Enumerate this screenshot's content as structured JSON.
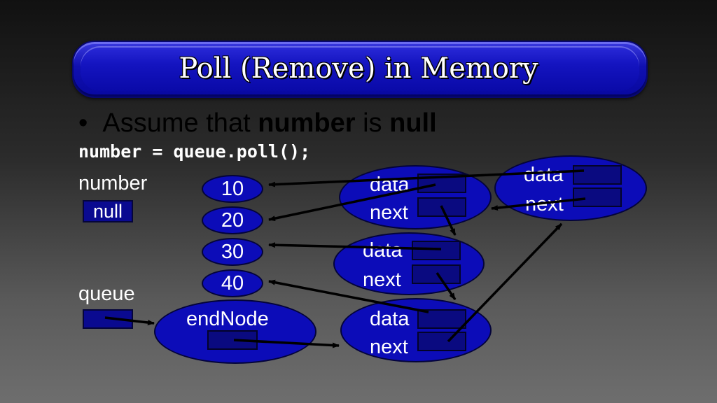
{
  "title": "Poll (Remove) in Memory",
  "bullet": {
    "prefix": "Assume that ",
    "bold1": "number",
    "middle": " is ",
    "bold2": "null"
  },
  "code": "number = queue.poll();",
  "variables": {
    "number_label": "number",
    "number_value": "null",
    "queue_label": "queue"
  },
  "values": [
    "10",
    "20",
    "30",
    "40"
  ],
  "end_node_label": "endNode",
  "node_field_data": "data",
  "node_field_next": "next",
  "colors": {
    "ellipse_fill": "#0c0cb8",
    "field_fill": "#0a0a80",
    "title_fill": "#1414c0"
  }
}
